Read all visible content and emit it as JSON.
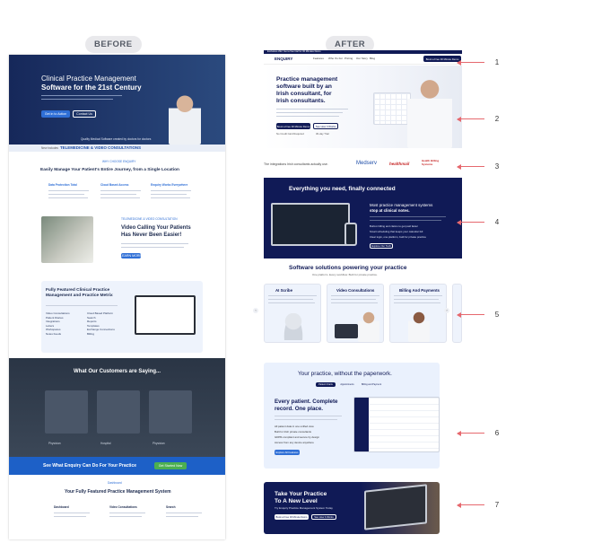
{
  "labels": {
    "before": "BEFORE",
    "after": "AFTER"
  },
  "markers": [
    "1",
    "2",
    "3",
    "4",
    "5",
    "6",
    "7"
  ],
  "before": {
    "hero_title_1": "Clinical Practice Management",
    "hero_title_2": "Software for the 21st Century",
    "hero_btn_primary": "Get in to Action",
    "hero_btn_secondary": "Contact Us",
    "hero_caption": "Quality Medical Software created by doctors for doctors",
    "hero_ribbon_prefix": "New includes",
    "hero_ribbon": "TELEMEDICINE & VIDEO CONSULTATIONS",
    "why_small": "WHY CHOOSE ENQUIRY",
    "why_title": "Easily Manage Your Patient's Entire Journey, from a Single Location",
    "why_cards": [
      "Data Protection Total",
      "Cloud Based Access",
      "Enquiry Works Everywhere"
    ],
    "video_small": "TELEMEDICINE & VIDEO CONSULTATION",
    "video_title": "Video Calling Your Patients Has Never Been Easier!",
    "video_btn": "LEARN MORE",
    "feature_title": "Fully Featured Clinical Practice Management and Practice Metrix",
    "feature_items": [
      "Video Consultations",
      "Patient Diaries",
      "Integrations",
      "Letters",
      "Workspaces",
      "Notes Feeds",
      "Cloud Based Platform",
      "Search",
      "Reports",
      "Templates",
      "Exchange Connections",
      "Billing"
    ],
    "testimonials_title": "What Our Customers are Saying...",
    "testimonial_names": [
      "Physician",
      "Hospital",
      "Physician"
    ],
    "cta_text": "See What Enquiry Can Do For Your Practice",
    "cta_btn": "Get Started Now",
    "system_small": "Dashboard",
    "system_title": "Your Fully Featured Practice Management System",
    "system_cols": [
      "Dashboard",
      "Video Consultations",
      "Search"
    ]
  },
  "after": {
    "topbar": "Exclusive offer: Get a free trial for 30 Minutes Demo",
    "logo": "ENQUIRY",
    "nav": [
      "Features",
      "Who It's For",
      "Pricing",
      "Our Story",
      "Blog"
    ],
    "nav_cta": "Book a Free 30 Minute Demo",
    "hero_title_1": "Practice management",
    "hero_title_2": "software built by an",
    "hero_title_3": "Irish consultant, for",
    "hero_title_4": "Irish consultants.",
    "hero_btn_primary": "Book a Free 30 Minute Demo",
    "hero_btn_secondary": "See How It Works",
    "hero_checks": [
      "No Credit Card Required",
      "30-day Trial"
    ],
    "trust_text": "The integrations Irish consultants actually use.",
    "trust_logos": [
      "Medserv",
      "healthmail",
      "Health Billing Systems"
    ],
    "connected_title": "Everything you need, finally connected",
    "connected_sub_1": "Most practice management systems",
    "connected_sub_2": "stop at clinical notes.",
    "connected_items": [
      "Built-in billing and claims to get paid faster",
      "Smart scheduling that keeps your calendar full",
      "Clear login, one platform, built for private practice"
    ],
    "connected_btn": "Explore Our Tech",
    "solutions_title": "Software solutions powering your practice",
    "solutions_sub": "One platform. Every workflow. Built for private practice.",
    "solution_cards": [
      "AI Scribe",
      "Video Consultations",
      "Billing And Payments"
    ],
    "paperwork_title": "Your practice, without the paperwork.",
    "paperwork_tabs": [
      "Patient Charts",
      "Appointments",
      "Billing and Payment"
    ],
    "paperwork_heading_1": "Every patient. Complete",
    "paperwork_heading_2": "record. One place.",
    "paperwork_points": [
      "All patient data in one unified view",
      "Built for Irish private consultants",
      "GDPR-compliant and secure by design",
      "Access from any device anywhere"
    ],
    "paperwork_btn": "Explore All Features",
    "final_title_1": "Take Your Practice",
    "final_title_2": "To A New Level",
    "final_sub": "Try Enquiry Practice Management System Today",
    "final_btn_primary": "Book a Free 30 Minute Demo",
    "final_btn_secondary": "See How It Works"
  }
}
